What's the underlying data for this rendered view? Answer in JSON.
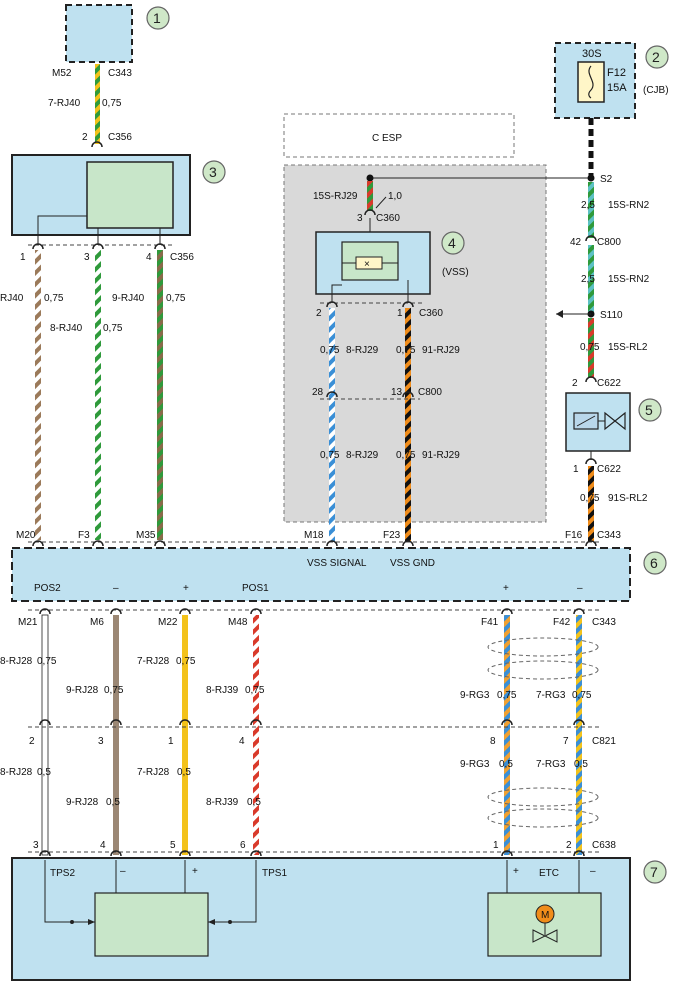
{
  "callouts": [
    "1",
    "2",
    "3",
    "4",
    "5",
    "6",
    "7"
  ],
  "fuse": {
    "id": "30S",
    "name": "F12",
    "rating": "15A",
    "box": "(CJB)"
  },
  "esp_label": "C ESP",
  "vss_label": "(VSS)",
  "top": {
    "m52": "M52",
    "c343": "C343",
    "w1": "7-RJ40",
    "w1s": "0,75",
    "pin356": "2",
    "c356": "C356"
  },
  "comp3": {
    "pins": [
      "1",
      "3",
      "4"
    ],
    "conn": "C356",
    "w_a": "RJ40",
    "w_a_s": "0,75",
    "w_b": "8-RJ40",
    "w_b_s": "0,75",
    "w_c": "9-RJ40",
    "w_c_s": "0,75"
  },
  "vss": {
    "wire_top": "15S-RJ29",
    "wire_top_s": "1,0",
    "pin_top": "3",
    "c360": "C360",
    "pins": [
      "2",
      "1"
    ],
    "c360b": "C360",
    "wa": "8-RJ29",
    "wa_s": "0,75",
    "wb": "91-RJ29",
    "wb_s": "0,75",
    "p28": "28",
    "p13": "13",
    "c800": "C800",
    "wa2": "8-RJ29",
    "wa2_s": "0,75",
    "wb2": "91-RJ29",
    "wb2_s": "0,75"
  },
  "right": {
    "s2": "S2",
    "w1": "15S-RN2",
    "w1s": "2,5",
    "p42": "42",
    "c800": "C800",
    "w2": "15S-RN2",
    "w2s": "2,5",
    "s110": "S110",
    "w3": "15S-RL2",
    "w3s": "0,75",
    "p2": "2",
    "c622": "C622",
    "p1": "1",
    "c622b": "C622",
    "w4": "91S-RL2",
    "w4s": "0,75"
  },
  "bus": {
    "top_pins": [
      "M20",
      "F3",
      "M35",
      "M18",
      "F23",
      "F16"
    ],
    "top_conn": "C343",
    "signal": "VSS SIGNAL",
    "gnd": "VSS GND",
    "bottom_labels": [
      "POS2",
      "–",
      "+",
      "POS1",
      "+",
      "–"
    ]
  },
  "lower": {
    "pins1": [
      "M21",
      "M6",
      "M22",
      "M48",
      "F41",
      "F42"
    ],
    "conn1": "C343",
    "w": [
      {
        "n": "8-RJ28",
        "s": "0,75"
      },
      {
        "n": "9-RJ28",
        "s": "0,75"
      },
      {
        "n": "7-RJ28",
        "s": "0,75"
      },
      {
        "n": "8-RJ39",
        "s": "0,75"
      },
      {
        "n": "9-RG3",
        "s": "0,75"
      },
      {
        "n": "7-RG3",
        "s": "0,75"
      }
    ],
    "pins2": [
      "2",
      "3",
      "1",
      "4",
      "8",
      "7"
    ],
    "conn2": "C821",
    "w2": [
      {
        "n": "8-RJ28",
        "s": "0,5"
      },
      {
        "n": "9-RJ28",
        "s": "0,5"
      },
      {
        "n": "7-RJ28",
        "s": "0,5"
      },
      {
        "n": "8-RJ39",
        "s": "0,5"
      },
      {
        "n": "9-RG3",
        "s": "0,5"
      },
      {
        "n": "7-RG3",
        "s": "0,5"
      }
    ],
    "pins3": [
      "3",
      "4",
      "5",
      "6",
      "1",
      "2"
    ],
    "conn3": "C638"
  },
  "module7": {
    "tps2": "TPS2",
    "tps1": "TPS1",
    "etc": "ETC",
    "minus": "–",
    "plus": "+",
    "motor": "M"
  }
}
